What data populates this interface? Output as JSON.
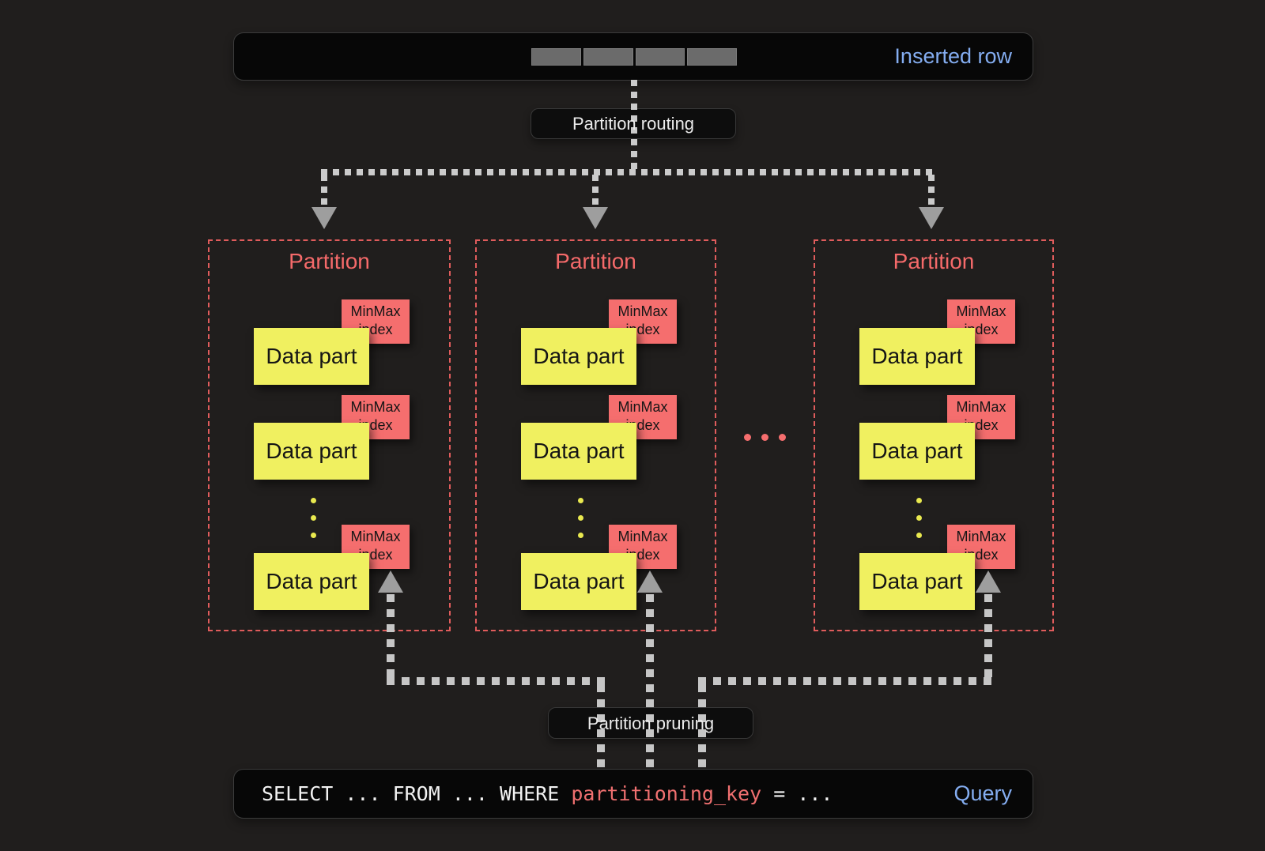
{
  "inserted_row_bar": {
    "label": "Inserted row"
  },
  "routing_label": "Partition routing",
  "pruning_label": "Partition pruning",
  "partitions": [
    {
      "title": "Partition",
      "parts": [
        {
          "label": "Data part",
          "index_label": "MinMax index"
        },
        {
          "label": "Data part",
          "index_label": "MinMax index"
        },
        {
          "label": "Data part",
          "index_label": "MinMax index"
        }
      ]
    },
    {
      "title": "Partition",
      "parts": [
        {
          "label": "Data part",
          "index_label": "MinMax index"
        },
        {
          "label": "Data part",
          "index_label": "MinMax index"
        },
        {
          "label": "Data part",
          "index_label": "MinMax index"
        }
      ]
    },
    {
      "title": "Partition",
      "parts": [
        {
          "label": "Data part",
          "index_label": "MinMax index"
        },
        {
          "label": "Data part",
          "index_label": "MinMax index"
        },
        {
          "label": "Data part",
          "index_label": "MinMax index"
        }
      ]
    }
  ],
  "query_bar": {
    "sql_prefix": "SELECT ... FROM ... WHERE ",
    "sql_key": "partitioning_key",
    "sql_suffix": " = ...",
    "label": "Query"
  },
  "colors": {
    "background": "#201e1d",
    "accent_blue": "#84adf1",
    "salmon_red": "#f56e6e",
    "part_yellow": "#f0f060",
    "arrow_gray": "#9e9e9e",
    "bar_black": "#070707"
  }
}
